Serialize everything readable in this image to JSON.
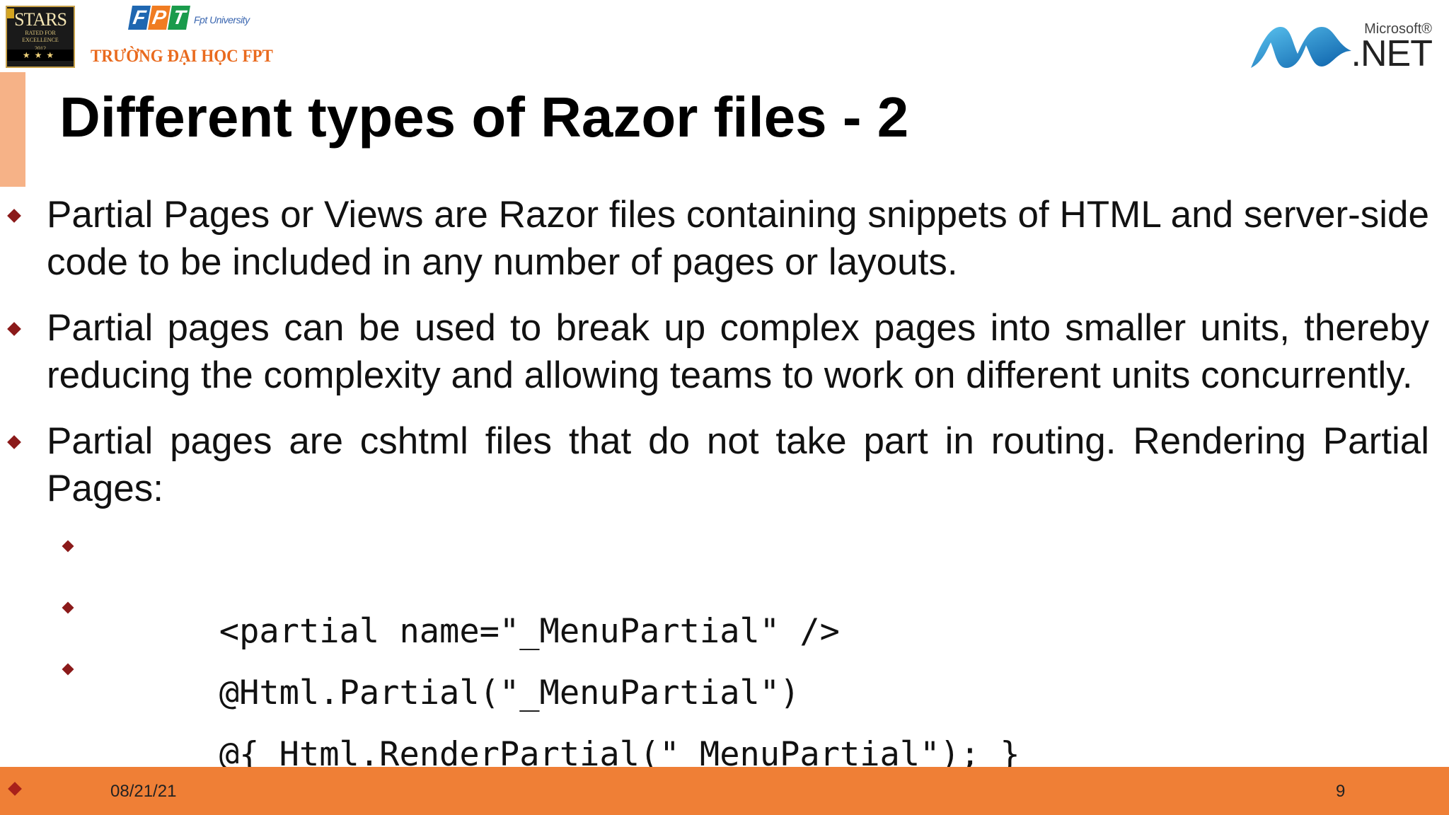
{
  "header": {
    "stars_logo": {
      "title": "STARS",
      "subtitle": "RATED FOR EXCELLENCE",
      "year": "2012",
      "band": "★★★"
    },
    "fpt_logo": {
      "letters": [
        "F",
        "P",
        "T"
      ],
      "university_label": "Fpt University",
      "vietnamese_name": "TRƯỜNG ĐẠI HỌC FPT"
    },
    "net_logo": {
      "microsoft_label": "Microsoft®",
      "net_label": ".NET"
    }
  },
  "slide": {
    "title": "Different types of Razor files - 2",
    "bullets": [
      "Partial Pages or Views are Razor files containing snippets of HTML and server-side code to be included in any number of pages or layouts.",
      "Partial pages can be used to break up complex pages into smaller units, thereby reducing the complexity and allowing teams to work on different units concurrently.",
      "Partial pages are cshtml files that do not take part in routing. Rendering Partial Pages:"
    ],
    "sub_bullets": [
      "<partial name=\"_MenuPartial\" />",
      "@Html.Partial(\"_MenuPartial\")",
      "@{ Html.RenderPartial(\"_MenuPartial\"); }"
    ]
  },
  "footer": {
    "date": "08/21/21",
    "page_number": "9"
  },
  "colors": {
    "footer_bg": "#ef7f36",
    "title_accent": "#f6b287",
    "bullet_diamond": "#8b1a1a",
    "fpt_orange": "#e96a1e"
  }
}
